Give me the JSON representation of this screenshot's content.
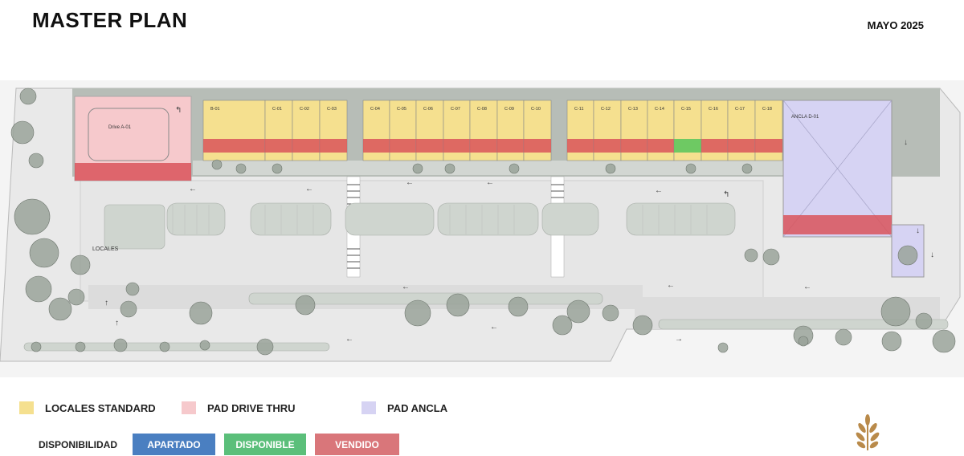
{
  "header": {
    "title": "MASTER PLAN",
    "date": "MAYO 2025"
  },
  "plan": {
    "drive_label": "Drive A-01",
    "anchor_label": "ANCLA D-01",
    "locales_label": "LOCALES",
    "units": [
      {
        "id": "B-01",
        "status": "vendido"
      },
      {
        "id": "C-01",
        "status": "vendido"
      },
      {
        "id": "C-02",
        "status": "vendido"
      },
      {
        "id": "C-03",
        "status": "vendido"
      },
      {
        "id": "C-04",
        "status": "vendido"
      },
      {
        "id": "C-05",
        "status": "vendido"
      },
      {
        "id": "C-06",
        "status": "vendido"
      },
      {
        "id": "C-07",
        "status": "vendido"
      },
      {
        "id": "C-08",
        "status": "vendido"
      },
      {
        "id": "C-09",
        "status": "vendido"
      },
      {
        "id": "C-10",
        "status": "vendido"
      },
      {
        "id": "C-11",
        "status": "vendido"
      },
      {
        "id": "C-12",
        "status": "vendido"
      },
      {
        "id": "C-13",
        "status": "vendido"
      },
      {
        "id": "C-14",
        "status": "vendido"
      },
      {
        "id": "C-15",
        "status": "disponible"
      },
      {
        "id": "C-16",
        "status": "vendido"
      },
      {
        "id": "C-17",
        "status": "vendido"
      },
      {
        "id": "C-18",
        "status": "vendido"
      }
    ]
  },
  "legend": {
    "types": [
      {
        "label": "LOCALES STANDARD",
        "color": "#f5e08f"
      },
      {
        "label": "PAD DRIVE THRU",
        "color": "#f6c9cc"
      },
      {
        "label": "PAD ANCLA",
        "color": "#d6d3f3"
      }
    ],
    "availability_label": "DISPONIBILIDAD",
    "statuses": [
      {
        "label": "APARTADO",
        "color": "#4a7fc1"
      },
      {
        "label": "DISPONIBLE",
        "color": "#5bbf7a"
      },
      {
        "label": "VENDIDO",
        "color": "#d9767a"
      }
    ]
  },
  "colors": {
    "sold_band": "#d9545a",
    "available_band": "#56c45c",
    "road": "#dcdcdc",
    "tree": "#9aa39a"
  }
}
